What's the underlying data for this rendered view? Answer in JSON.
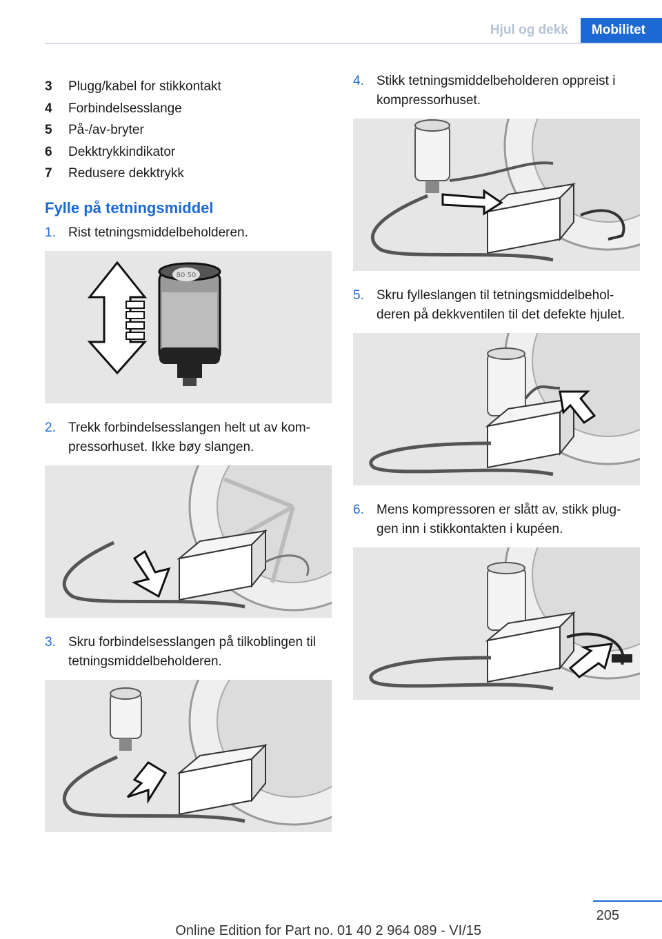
{
  "header": {
    "tab_section": "Hjul og dekk",
    "tab_chapter": "Mobilitet"
  },
  "legend": [
    {
      "num": "3",
      "text": "Plugg/kabel for stikkontakt"
    },
    {
      "num": "4",
      "text": "Forbindelsesslange"
    },
    {
      "num": "5",
      "text": "På-/av-bryter"
    },
    {
      "num": "6",
      "text": "Dekktrykkindikator"
    },
    {
      "num": "7",
      "text": "Redusere dekktrykk"
    }
  ],
  "section": {
    "title": "Fylle på tetningsmiddel"
  },
  "steps": [
    {
      "num": "1.",
      "text": "Rist tetningsmiddelbeholderen."
    },
    {
      "num": "2.",
      "text": "Trekk forbindelsesslangen helt ut av kom‐pressorhuset. Ikke bøy slangen."
    },
    {
      "num": "3.",
      "text": "Skru forbindelsesslangen på tilkoblingen til tetningsmiddelbeholderen."
    },
    {
      "num": "4.",
      "text": "Stikk tetningsmiddelbeholderen oppreist i kompressorhuset."
    },
    {
      "num": "5.",
      "text": "Skru fylleslangen til tetningsmiddelbehol‐deren på dekkventilen til det defekte hjulet."
    },
    {
      "num": "6.",
      "text": "Mens kompressoren er slått av, stikk plug‐gen inn i stikkontakten i kupéen."
    }
  ],
  "illustration": {
    "bottle_label": "80 50"
  },
  "footer": {
    "page_number": "205",
    "note": "Online Edition for Part no. 01 40 2 964 089 - VI/15"
  },
  "colors": {
    "accent": "#1c69d4",
    "illustration_bg": "#e6e6e6"
  }
}
